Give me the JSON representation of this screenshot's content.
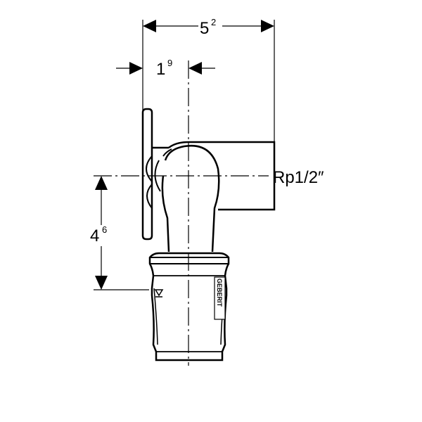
{
  "dimensions": {
    "overall_width": {
      "value": "5",
      "exponent": "2"
    },
    "flange_offset": {
      "value": "1",
      "exponent": "9"
    },
    "height_to_outlet": {
      "value": "4",
      "exponent": "6"
    }
  },
  "thread_label": "Rp1/2″",
  "brand_text": "GEBERIT",
  "colors": {
    "line": "#000000",
    "background": "#ffffff"
  }
}
